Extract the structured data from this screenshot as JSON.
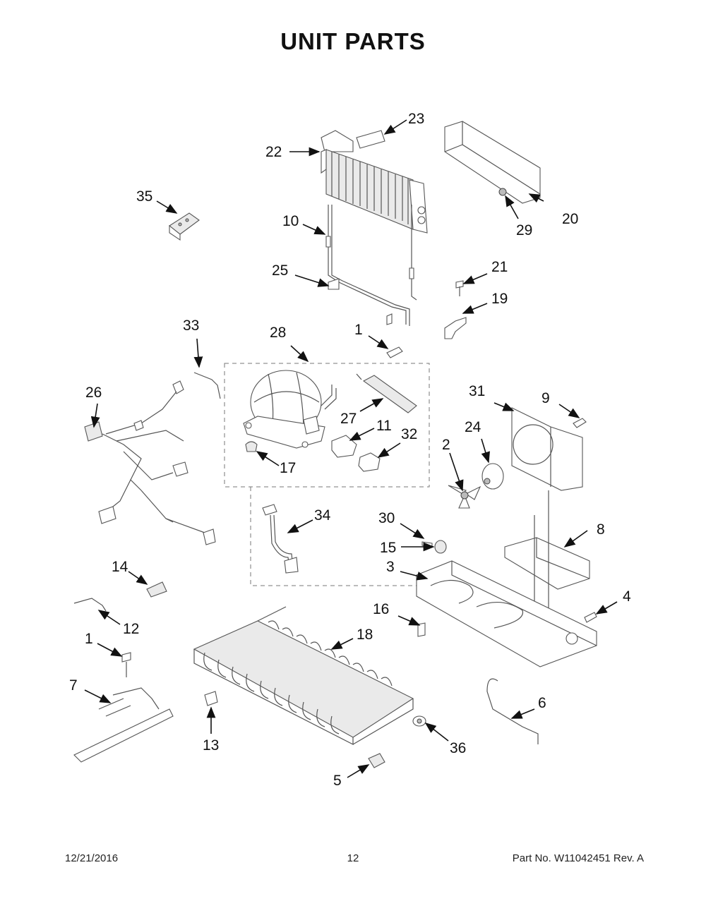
{
  "title": "UNIT  PARTS",
  "footer": {
    "date": "12/21/2016",
    "page": "12",
    "part_info": "Part No.  W11042451   Rev.  A"
  },
  "callouts": [
    "1",
    "2",
    "3",
    "4",
    "5",
    "6",
    "7",
    "8",
    "9",
    "10",
    "11",
    "12",
    "13",
    "14",
    "15",
    "16",
    "17",
    "18",
    "19",
    "20",
    "21",
    "22",
    "23",
    "24",
    "25",
    "26",
    "27",
    "28",
    "29",
    "30",
    "31",
    "32",
    "33",
    "34",
    "35",
    "36"
  ]
}
